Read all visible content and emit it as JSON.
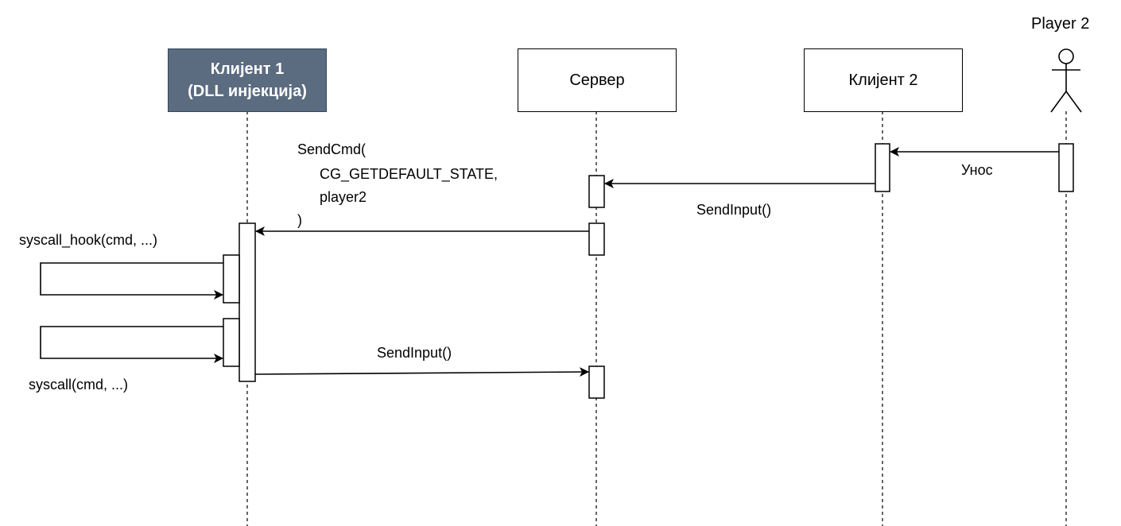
{
  "colors": {
    "highlight_fill": "#5b6b80",
    "highlight_stroke": "#384759",
    "line": "#000000"
  },
  "participants": {
    "client1": {
      "line1": "Клијент 1",
      "line2": "(DLL инјекција)"
    },
    "server": {
      "label": "Сервер"
    },
    "client2": {
      "label": "Клијент 2"
    },
    "player2": {
      "label": "Player 2",
      "icon": "stick-figure-actor"
    }
  },
  "messages": {
    "input": "Унос",
    "send_input_1": "SendInput()",
    "send_cmd": [
      "SendCmd(",
      "CG_GETDEFAULT_STATE,",
      "player2",
      ")"
    ],
    "syscall_hook": "syscall_hook(cmd, ...)",
    "syscall": "syscall(cmd, ...)",
    "send_input_2": "SendInput()"
  }
}
